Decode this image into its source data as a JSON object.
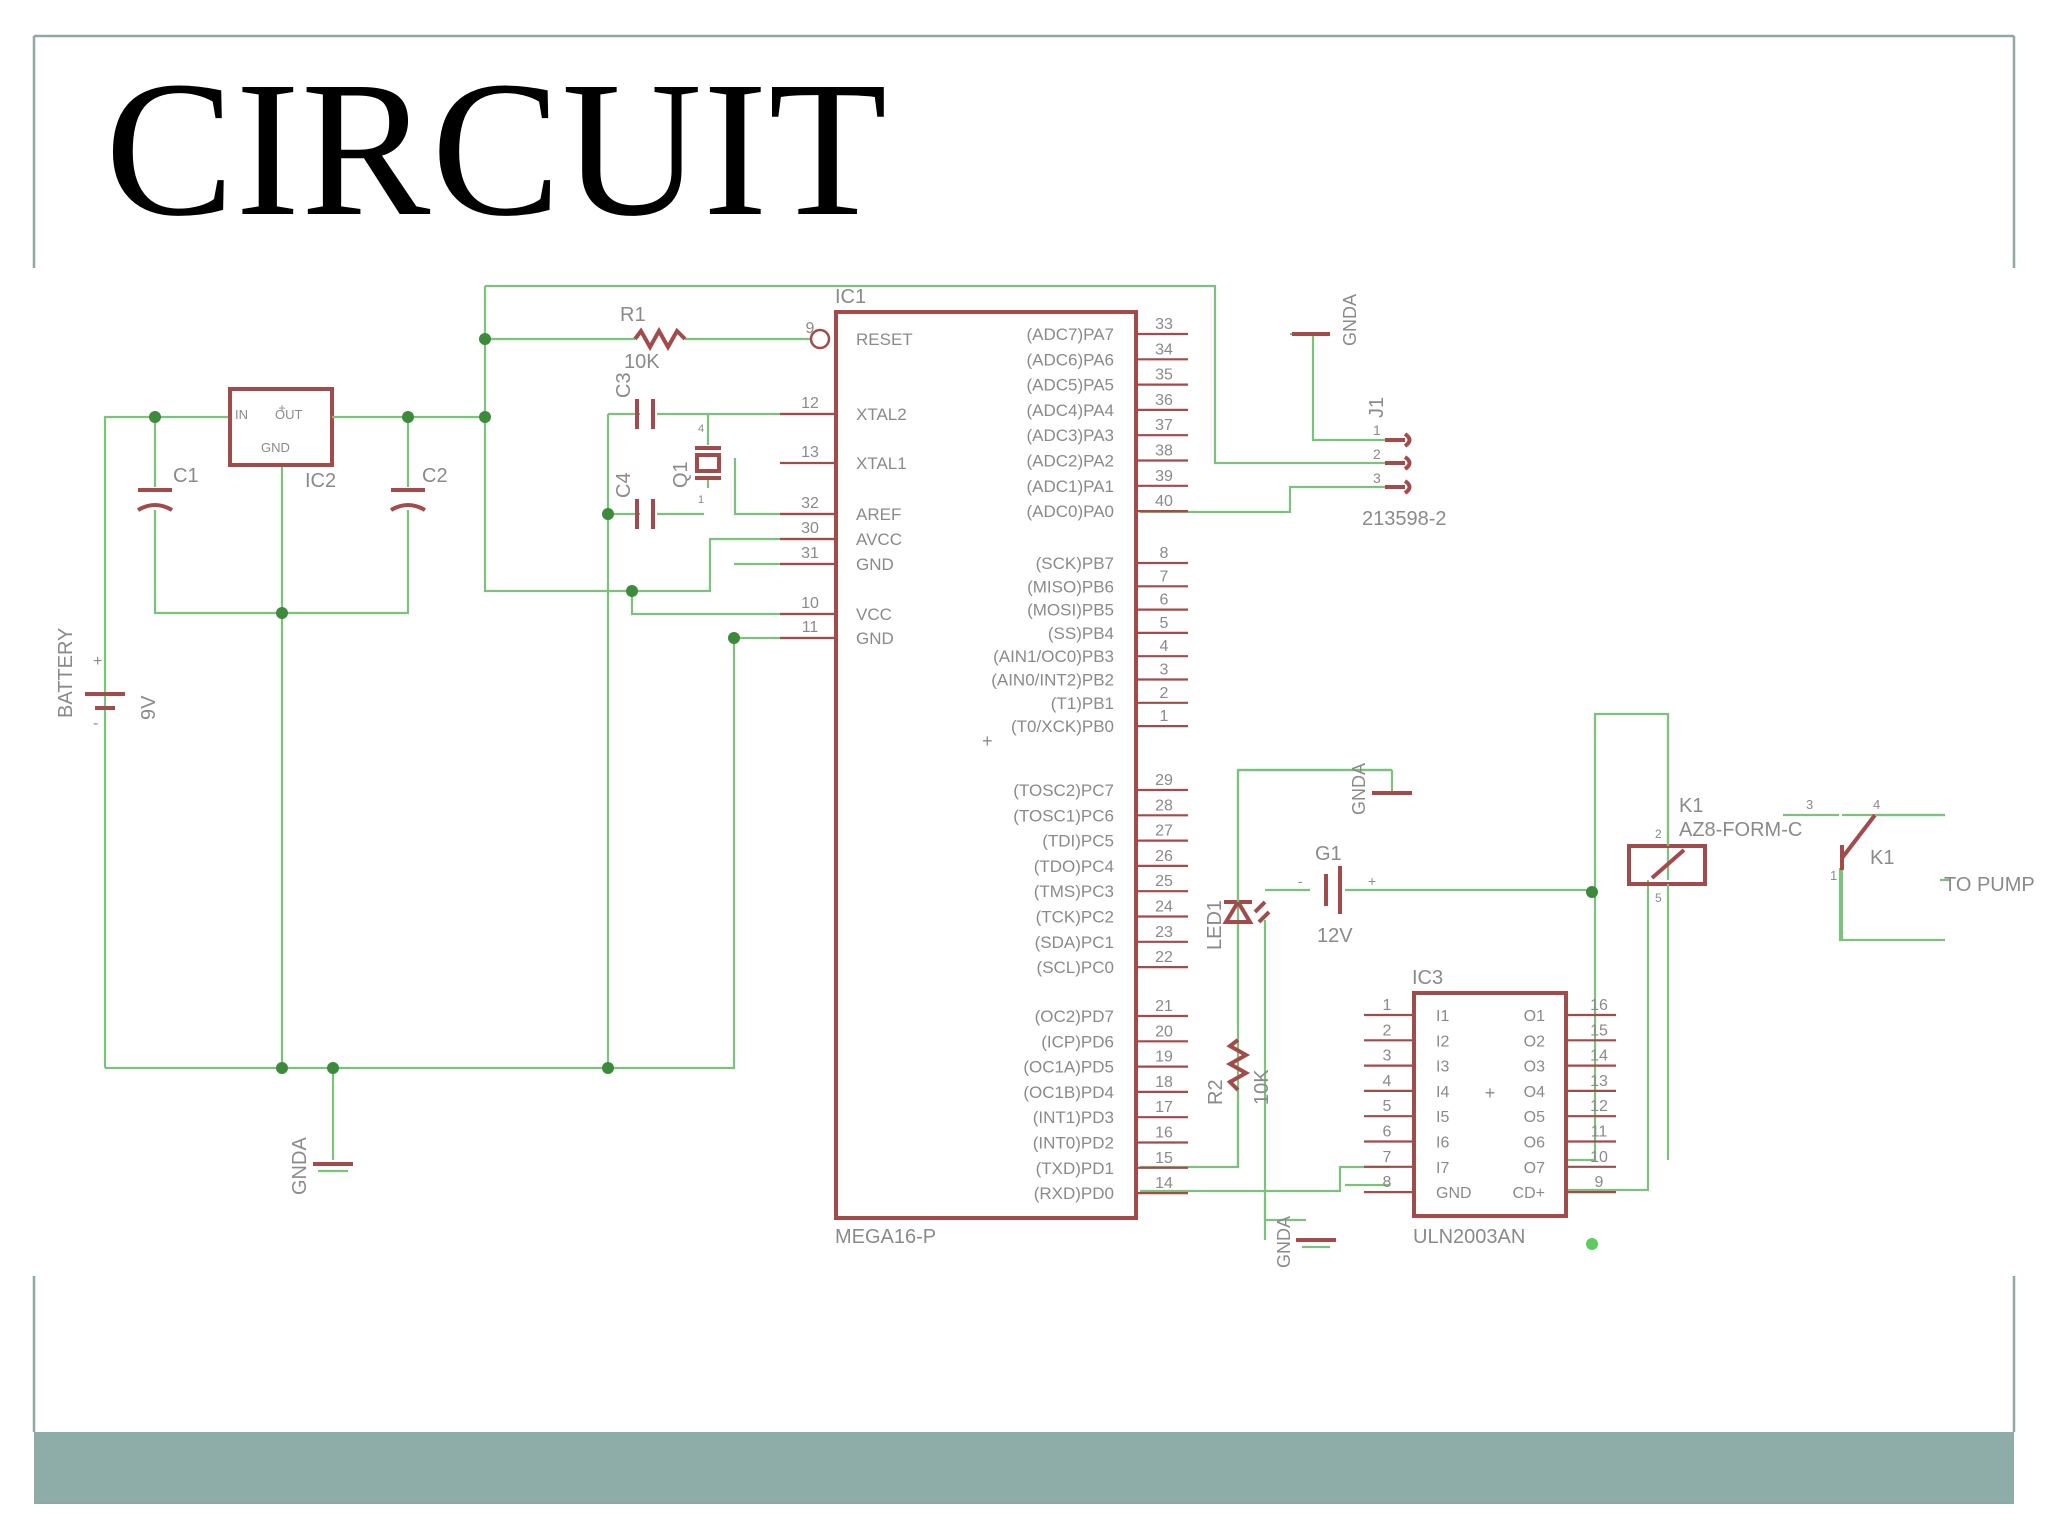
{
  "slide": {
    "title": "CIRCUIT",
    "colors": {
      "footer_bar": "#8fada8",
      "wire": "#7cc27c",
      "part": "#a34a4a",
      "frame": "#90a8a3"
    }
  },
  "schematic": {
    "ic1": {
      "name": "IC1",
      "value": "MEGA16-P",
      "left_pins": [
        {
          "num": "9",
          "label": "RESET"
        },
        {
          "num": "12",
          "label": "XTAL2"
        },
        {
          "num": "13",
          "label": "XTAL1"
        },
        {
          "num": "32",
          "label": "AREF"
        },
        {
          "num": "30",
          "label": "AVCC"
        },
        {
          "num": "31",
          "label": "GND"
        },
        {
          "num": "10",
          "label": "VCC"
        },
        {
          "num": "11",
          "label": "GND"
        }
      ],
      "right_pins": [
        {
          "num": "33",
          "label": "(ADC7)PA7"
        },
        {
          "num": "34",
          "label": "(ADC6)PA6"
        },
        {
          "num": "35",
          "label": "(ADC5)PA5"
        },
        {
          "num": "36",
          "label": "(ADC4)PA4"
        },
        {
          "num": "37",
          "label": "(ADC3)PA3"
        },
        {
          "num": "38",
          "label": "(ADC2)PA2"
        },
        {
          "num": "39",
          "label": "(ADC1)PA1"
        },
        {
          "num": "40",
          "label": "(ADC0)PA0"
        },
        {
          "num": "8",
          "label": "(SCK)PB7"
        },
        {
          "num": "7",
          "label": "(MISO)PB6"
        },
        {
          "num": "6",
          "label": "(MOSI)PB5"
        },
        {
          "num": "5",
          "label": "(SS)PB4"
        },
        {
          "num": "4",
          "label": "(AIN1/OC0)PB3"
        },
        {
          "num": "3",
          "label": "(AIN0/INT2)PB2"
        },
        {
          "num": "2",
          "label": "(T1)PB1"
        },
        {
          "num": "1",
          "label": "(T0/XCK)PB0"
        },
        {
          "num": "29",
          "label": "(TOSC2)PC7"
        },
        {
          "num": "28",
          "label": "(TOSC1)PC6"
        },
        {
          "num": "27",
          "label": "(TDI)PC5"
        },
        {
          "num": "26",
          "label": "(TDO)PC4"
        },
        {
          "num": "25",
          "label": "(TMS)PC3"
        },
        {
          "num": "24",
          "label": "(TCK)PC2"
        },
        {
          "num": "23",
          "label": "(SDA)PC1"
        },
        {
          "num": "22",
          "label": "(SCL)PC0"
        },
        {
          "num": "21",
          "label": "(OC2)PD7"
        },
        {
          "num": "20",
          "label": "(ICP)PD6"
        },
        {
          "num": "19",
          "label": "(OC1A)PD5"
        },
        {
          "num": "18",
          "label": "(OC1B)PD4"
        },
        {
          "num": "17",
          "label": "(INT1)PD3"
        },
        {
          "num": "16",
          "label": "(INT0)PD2"
        },
        {
          "num": "15",
          "label": "(TXD)PD1"
        },
        {
          "num": "14",
          "label": "(RXD)PD0"
        }
      ]
    },
    "ic2": {
      "name": "IC2",
      "pin_in": "IN",
      "pin_out": "OUT",
      "pin_gnd": "GND"
    },
    "ic3": {
      "name": "IC3",
      "value": "ULN2003AN",
      "left_pins": [
        {
          "num": "1",
          "label": "I1"
        },
        {
          "num": "2",
          "label": "I2"
        },
        {
          "num": "3",
          "label": "I3"
        },
        {
          "num": "4",
          "label": "I4"
        },
        {
          "num": "5",
          "label": "I5"
        },
        {
          "num": "6",
          "label": "I6"
        },
        {
          "num": "7",
          "label": "I7"
        },
        {
          "num": "8",
          "label": "GND"
        }
      ],
      "right_pins": [
        {
          "num": "16",
          "label": "O1"
        },
        {
          "num": "15",
          "label": "O2"
        },
        {
          "num": "14",
          "label": "O3"
        },
        {
          "num": "13",
          "label": "O4"
        },
        {
          "num": "12",
          "label": "O5"
        },
        {
          "num": "11",
          "label": "O6"
        },
        {
          "num": "10",
          "label": "O7"
        },
        {
          "num": "9",
          "label": "CD+"
        }
      ]
    },
    "r1": {
      "name": "R1",
      "value": "10K"
    },
    "r2": {
      "name": "R2",
      "value": "10K"
    },
    "c1": {
      "name": "C1"
    },
    "c2": {
      "name": "C2"
    },
    "c3": {
      "name": "C3"
    },
    "c4": {
      "name": "C4"
    },
    "q1": {
      "name": "Q1",
      "pin1": "1",
      "pin4": "4"
    },
    "battery": {
      "name": "BATTERY",
      "value": "9V",
      "plus": "+",
      "minus": "-"
    },
    "g1": {
      "name": "G1",
      "value": "12V",
      "plus": "+",
      "minus": "-"
    },
    "led1": {
      "name": "LED1"
    },
    "j1": {
      "name": "J1",
      "value": "213598-2",
      "pins": [
        "1",
        "2",
        "3"
      ]
    },
    "k1_coil": {
      "name": "K1",
      "value": "AZ8-FORM-C",
      "pin2": "2",
      "pin5": "5"
    },
    "k1_switch": {
      "name": "K1",
      "pin1": "1",
      "pin3": "3",
      "pin4": "4"
    },
    "ground_label": "GNDA",
    "pump_label": "TO PUMP",
    "plus_marks": [
      "+",
      "+"
    ]
  }
}
